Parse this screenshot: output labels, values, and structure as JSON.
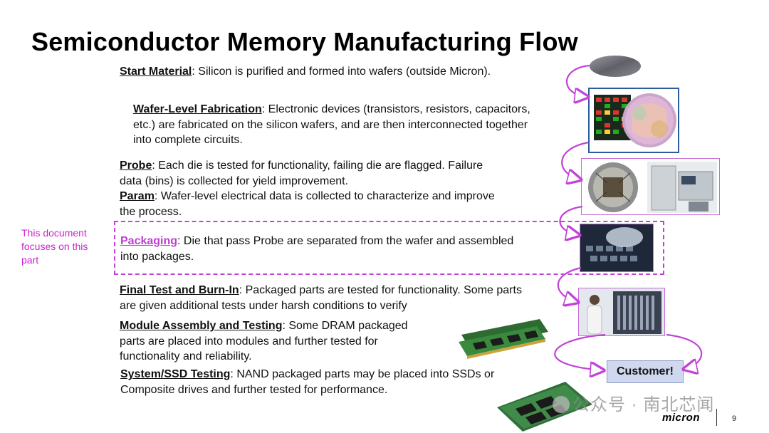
{
  "title": "Semiconductor Memory Manufacturing Flow",
  "steps": {
    "start": {
      "heading": "Start Material",
      "text": ": Silicon is purified and formed into wafers (outside Micron)."
    },
    "fab": {
      "heading": "Wafer-Level Fabrication",
      "text": ": Electronic devices (transistors, resistors, capacitors, etc.) are fabricated on the silicon wafers, and are then interconnected together into complete circuits."
    },
    "probe": {
      "heading": "Probe",
      "text": ": Each die is tested for functionality, failing die are flagged. Failure data (bins) is collected for yield improvement."
    },
    "param": {
      "heading": "Param",
      "text": ": Wafer-level electrical data is collected to characterize and improve the process."
    },
    "packaging": {
      "heading": "Packaging",
      "text": ": Die that pass Probe are separated from the wafer and assembled into packages."
    },
    "final": {
      "heading": "Final Test and Burn-In",
      "text": ": Packaged parts are tested for functionality. Some parts are given additional tests under harsh conditions to verify"
    },
    "module": {
      "heading": "Module Assembly and Testing",
      "text": ": Some DRAM packaged parts are placed into modules and further tested for functionality and reliability."
    },
    "system": {
      "heading": "System/SSD Testing",
      "text": ": NAND packaged parts may be placed into SSDs or Composite drives and further tested for performance."
    }
  },
  "side_note": "This document focuses on this part",
  "customer_label": "Customer!",
  "watermark": "公众号 · 南北芯闻",
  "logo": "micron",
  "page_number": "9",
  "colors": {
    "accent_magenta": "#c03cd8",
    "customer_box": "#cfd8ee",
    "wafer_frame": "#2d5c9c"
  }
}
